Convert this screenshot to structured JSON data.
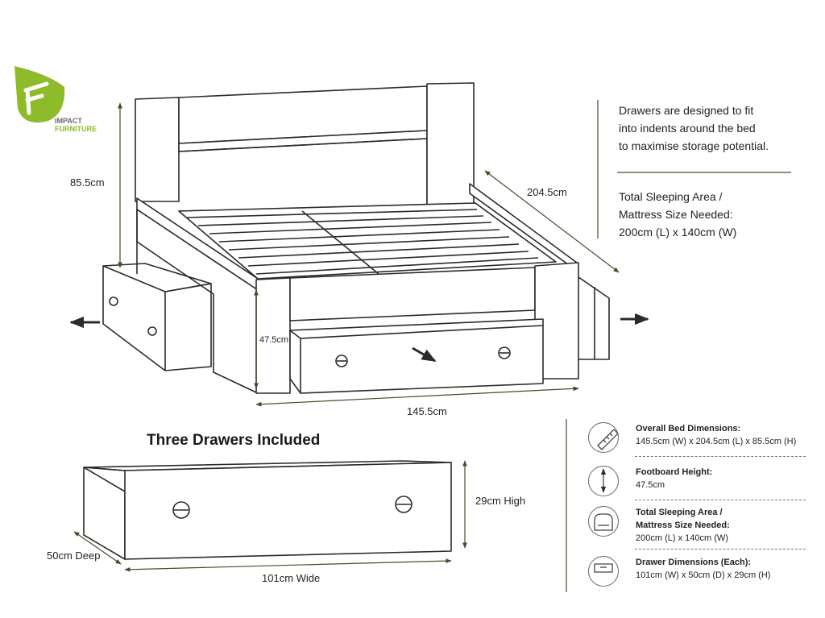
{
  "brand": {
    "line1": "IMPACT",
    "line2": "FURNITURE"
  },
  "dimensions": {
    "headboard_height": "85.5cm",
    "length": "204.5cm",
    "footboard_height": "47.5cm",
    "width": "145.5cm"
  },
  "drawer_note": [
    "Drawers are designed to fit",
    "into indents around the bed",
    "to maximise storage potential."
  ],
  "sleeping_note": [
    "Total Sleeping Area /",
    "Mattress Size Needed:",
    "200cm (L) x 140cm (W)"
  ],
  "drawers_heading": "Three Drawers Included",
  "drawer_dims": {
    "high": "29cm High",
    "deep": "50cm Deep",
    "wide": "101cm Wide"
  },
  "specs": [
    {
      "title": "Overall Bed Dimensions:",
      "value": "145.5cm (W) x 204.5cm (L) x 85.5cm (H)",
      "icon": "ruler-icon"
    },
    {
      "title": "Footboard Height:",
      "value": "47.5cm",
      "icon": "height-arrow-icon"
    },
    {
      "title": "Total Sleeping Area /",
      "title2": "Mattress Size Needed:",
      "value": "200cm (L) x 140cm (W)",
      "icon": "bed-icon"
    },
    {
      "title": "Drawer Dimensions (Each):",
      "value": "101cm (W) x 50cm (D) x 29cm (H)",
      "icon": "drawer-icon"
    }
  ],
  "colors": {
    "accent": "#8dbb2a",
    "rule": "#5a5a3a",
    "line": "#2b2b2b"
  }
}
